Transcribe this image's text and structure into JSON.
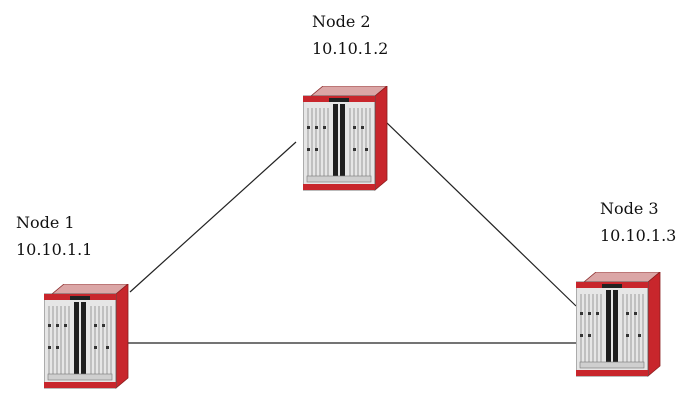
{
  "nodes": [
    {
      "id": "node-1",
      "name": "Node 1",
      "ip": "10.10.1.1"
    },
    {
      "id": "node-2",
      "name": "Node 2",
      "ip": "10.10.1.2"
    },
    {
      "id": "node-3",
      "name": "Node 3",
      "ip": "10.10.1.3"
    }
  ],
  "links": [
    {
      "from": "node-1",
      "to": "node-2"
    },
    {
      "from": "node-2",
      "to": "node-3"
    },
    {
      "from": "node-1",
      "to": "node-3"
    }
  ],
  "colors": {
    "device_side": "#c8262c",
    "device_top": "#d9a3a3",
    "device_front": "#e4e4e4",
    "link": "#222222"
  },
  "icons": {
    "device": "network-chassis-icon"
  }
}
